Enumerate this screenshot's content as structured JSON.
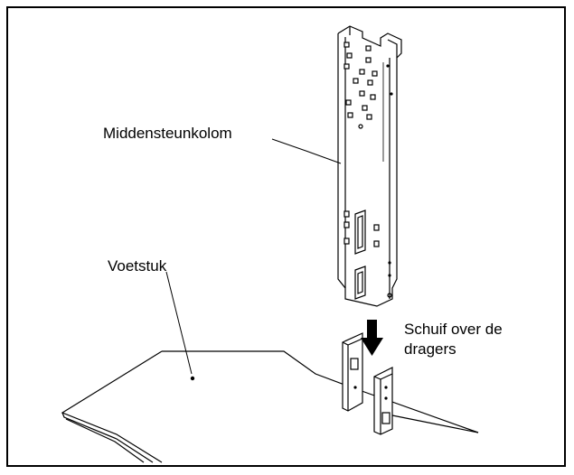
{
  "labels": {
    "center_column": "Middensteunkolom",
    "base": "Voetstuk",
    "instruction": "Schuif over de dragers"
  },
  "colors": {
    "line": "#000000",
    "background": "#ffffff"
  }
}
